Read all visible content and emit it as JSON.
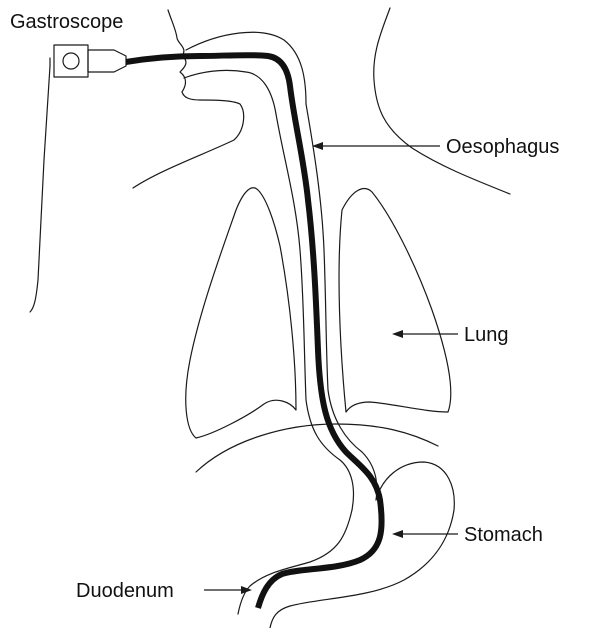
{
  "labels": {
    "gastroscope": "Gastroscope",
    "oesophagus": "Oesophagus",
    "lung": "Lung",
    "stomach": "Stomach",
    "duodenum": "Duodenum"
  },
  "colors": {
    "line": "#1a1a1a",
    "background": "#ffffff"
  }
}
